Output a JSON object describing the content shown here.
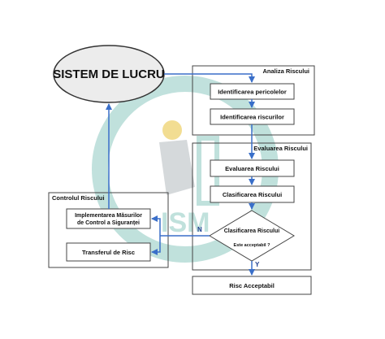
{
  "title": "SISTEM DE LUCRU",
  "watermark_text": "ISM",
  "colors": {
    "box_stroke": "#444444",
    "arrow": "#3a6fc9",
    "ellipse_fill": "#ececec",
    "watermark": "#b6dcd7"
  },
  "groups": {
    "analiza": {
      "title": "Analiza Riscului",
      "items": [
        "Identificarea pericolelor",
        "Identificarea riscurilor"
      ]
    },
    "evaluarea": {
      "title": "Evaluarea Riscului",
      "items": [
        "Evaluarea Riscului",
        "Clasificarea Riscului"
      ],
      "decision": {
        "label": "Clasificarea Riscului",
        "question": "Este acceptabil ?"
      }
    },
    "control": {
      "title": "Controlul Riscului",
      "items": [
        "Implementarea Măsurilor de Control a Siguranței",
        "Transferul de Risc"
      ]
    }
  },
  "outcome": "Risc Acceptabil",
  "edge_labels": {
    "no": "N",
    "yes": "Y"
  }
}
